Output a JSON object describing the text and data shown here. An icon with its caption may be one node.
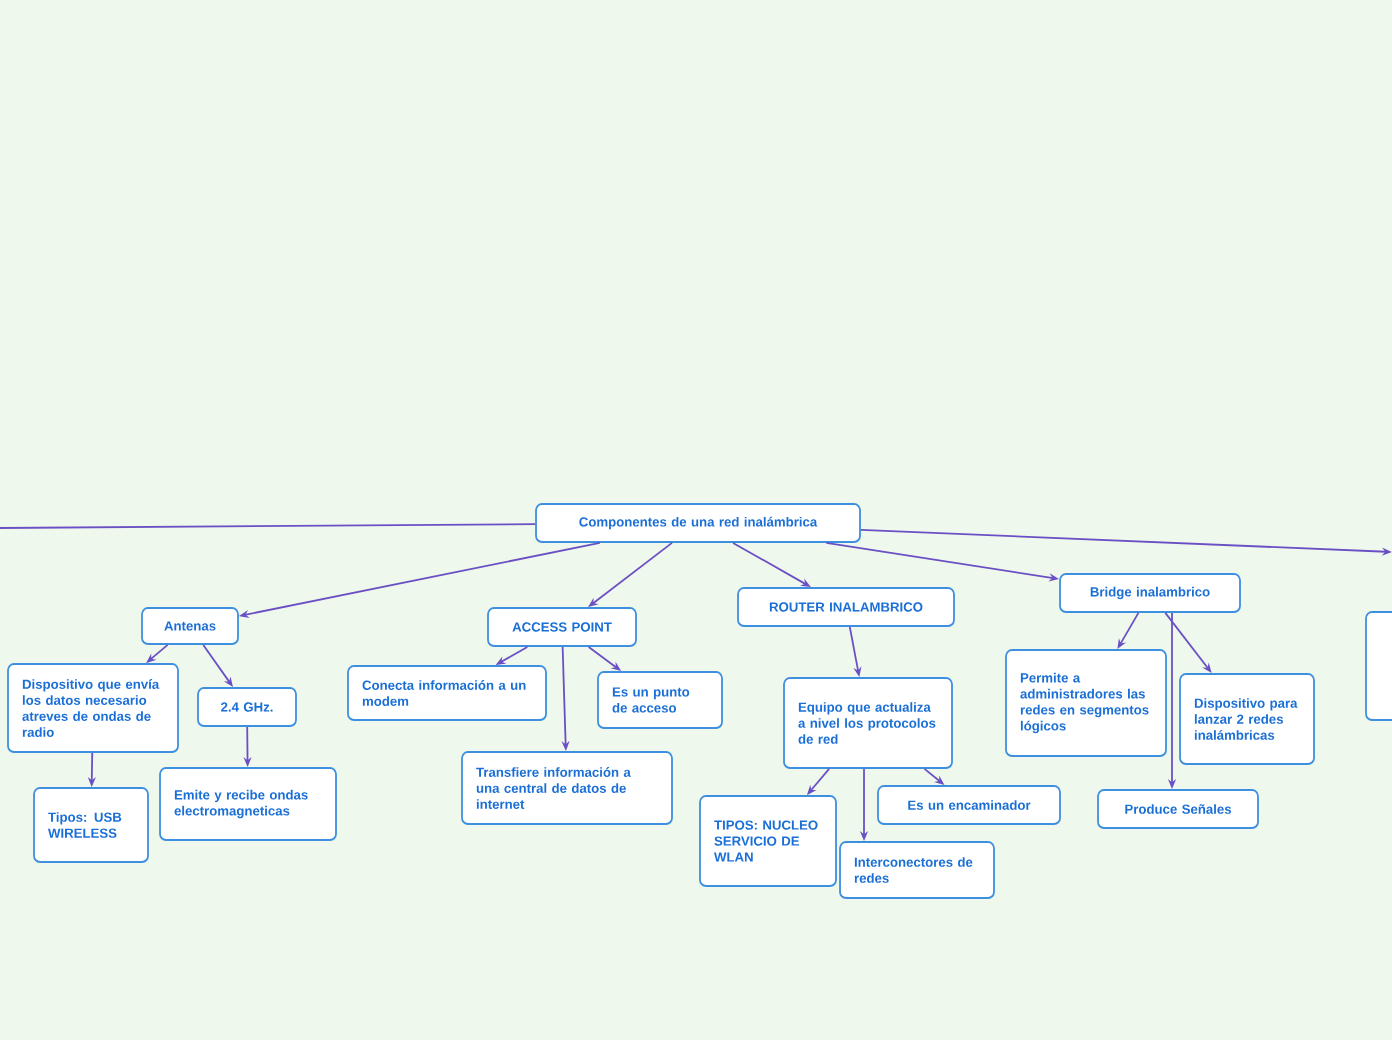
{
  "diagram": {
    "nodes": [
      {
        "text": [
          "Componentes de una red inalámbrica"
        ]
      },
      {
        "text": [
          "Antenas"
        ]
      },
      {
        "text": [
          "Dispositivo que envía los datos necesario atreves de ondas de radio"
        ]
      },
      {
        "text": [
          "2.4 GHz."
        ]
      },
      {
        "text": [
          "Tipos: USB WIRELESS"
        ]
      },
      {
        "text": [
          "Emite y recibe ondas electromagneticas"
        ]
      },
      {
        "text": [
          "ACCESS POINT"
        ]
      },
      {
        "text": [
          "Conecta información a un modem"
        ]
      },
      {
        "text": [
          "Es un punto de acceso"
        ]
      },
      {
        "text": [
          "Transfiere información a una central de datos de internet"
        ]
      },
      {
        "text": [
          "ROUTER INALAMBRICO"
        ]
      },
      {
        "text": [
          "Equipo que actualiza a nivel los protocolos de red"
        ]
      },
      {
        "text": [
          "TIPOS: NUCLEO SERVICIO DE WLAN"
        ]
      },
      {
        "text": [
          "Es un encaminador"
        ]
      },
      {
        "text": [
          "Interconectores de redes"
        ]
      },
      {
        "text": [
          "Bridge inalambrico"
        ]
      },
      {
        "text": [
          "Permite a administradores las redes en segmentos lógicos"
        ]
      },
      {
        "text": [
          "Dispositivo para lanzar 2 redes inalámbricas"
        ]
      },
      {
        "text": [
          "Produce Señales"
        ]
      },
      {
        "text": [],
        "shape": "box"
      }
    ],
    "edges": [
      {
        "from": 0,
        "to": null,
        "arrow": "none"
      },
      {
        "from": 0,
        "to": null,
        "arrow": "to"
      },
      {
        "from": 0,
        "to": 1,
        "arrow": "to"
      },
      {
        "from": 0,
        "to": 6,
        "arrow": "to"
      },
      {
        "from": 0,
        "to": 10,
        "arrow": "to"
      },
      {
        "from": 0,
        "to": 15,
        "arrow": "to"
      },
      {
        "from": 1,
        "to": 2,
        "arrow": "to"
      },
      {
        "from": 1,
        "to": 3,
        "arrow": "to"
      },
      {
        "from": 2,
        "to": 4,
        "arrow": "to"
      },
      {
        "from": 3,
        "to": 5,
        "arrow": "to"
      },
      {
        "from": 6,
        "to": 7,
        "arrow": "to"
      },
      {
        "from": 6,
        "to": 8,
        "arrow": "to"
      },
      {
        "from": 6,
        "to": 9,
        "arrow": "to"
      },
      {
        "from": 10,
        "to": 11,
        "arrow": "to"
      },
      {
        "from": 11,
        "to": 12,
        "arrow": "to"
      },
      {
        "from": 11,
        "to": 13,
        "arrow": "to"
      },
      {
        "from": 11,
        "to": 14,
        "arrow": "to"
      },
      {
        "from": 15,
        "to": 16,
        "arrow": "to"
      },
      {
        "from": 15,
        "to": 17,
        "arrow": "to"
      },
      {
        "from": 15,
        "to": 18,
        "arrow": "to"
      }
    ]
  }
}
